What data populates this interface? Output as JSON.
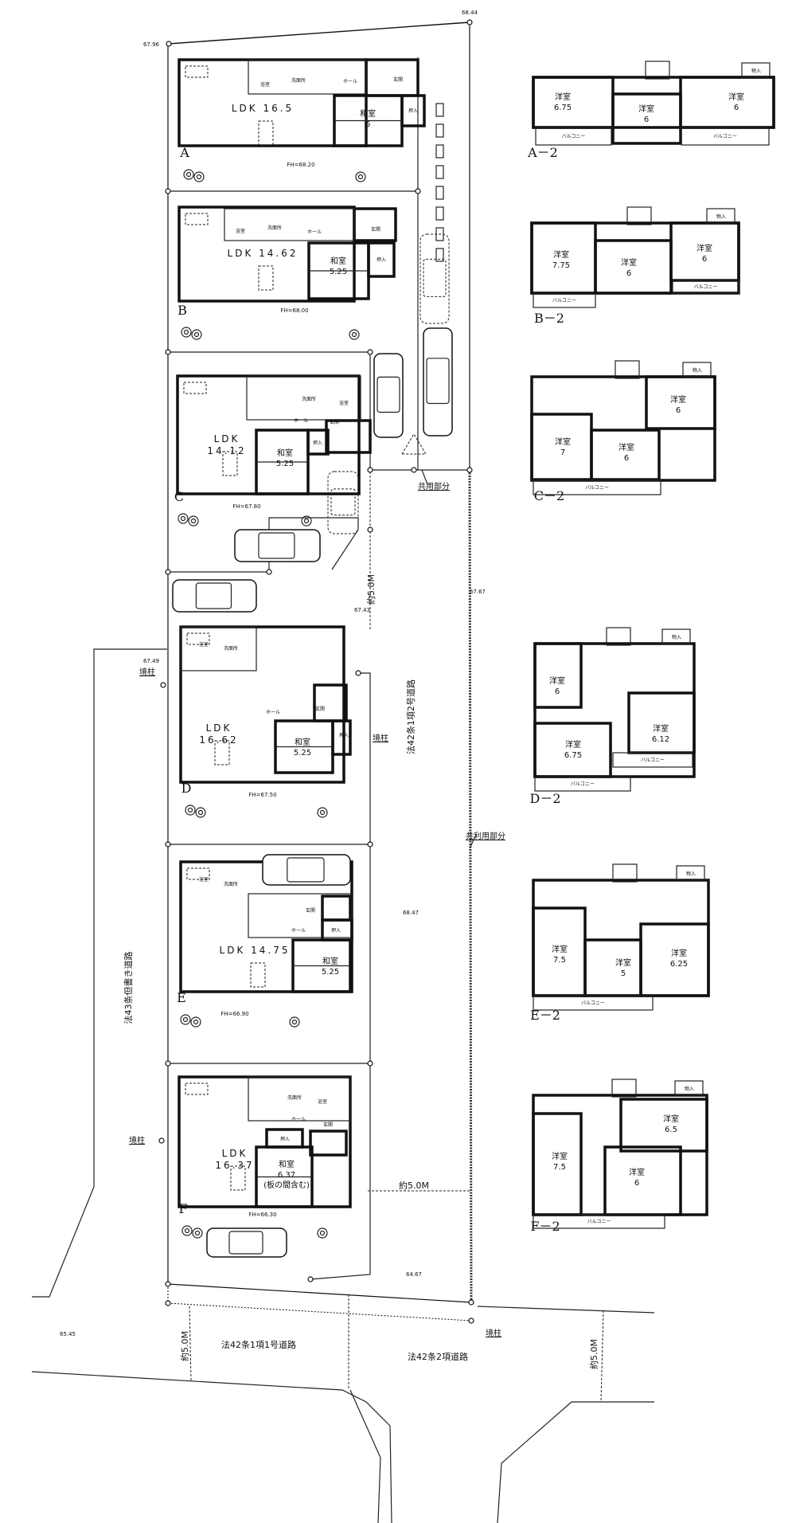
{
  "site": {
    "levels": {
      "top_left": "67.96",
      "top_right": "68.44",
      "mid_left": "67.49",
      "mid_center": "67.43",
      "mid_right": "67.67",
      "lower_center": "68.47",
      "bottom_center": "64.67",
      "bottom_left": "65.45"
    },
    "roads": {
      "right_road": "法42条1項2号道路",
      "left_road": "法43条但書き道路",
      "bottom_road_1": "法42条1項1号道路",
      "bottom_road_2": "法42条2項道路"
    },
    "widths": {
      "w1": "約5.0M",
      "w2": "約5.0M",
      "w3": "約5.0M",
      "w4": "約5.0M"
    },
    "annotations": {
      "shared_part": "共用部分",
      "shared_use_part": "共利用部分",
      "boundary_post_1": "境柱",
      "boundary_post_2": "境柱",
      "boundary_post_3": "境柱",
      "boundary_post_4": "境柱"
    }
  },
  "houses": [
    {
      "id": "A",
      "fh": "FH=68.20",
      "ldk": "LDK 16.5",
      "ldk_size": "",
      "washitsu": "和室",
      "washitsu_size": "6",
      "washitsu_note": "",
      "bath": "浴室",
      "wash": "洗面所",
      "hall": "ホール",
      "entrance": "玄関",
      "closet": "押入",
      "floor2": {
        "label": "A－2",
        "rooms": [
          {
            "name": "洋室",
            "size": "6.75"
          },
          {
            "name": "洋室",
            "size": "6"
          },
          {
            "name": "洋室",
            "size": "6"
          }
        ],
        "closet": "物入",
        "balcony": "バルコニー"
      }
    },
    {
      "id": "B",
      "fh": "FH=68.00",
      "ldk": "LDK 14.62",
      "ldk_size": "",
      "washitsu": "和室",
      "washitsu_size": "5.25",
      "washitsu_note": "",
      "bath": "浴室",
      "wash": "洗面所",
      "hall": "ホール",
      "entrance": "玄関",
      "closet": "押入",
      "floor2": {
        "label": "B－2",
        "rooms": [
          {
            "name": "洋室",
            "size": "7.75"
          },
          {
            "name": "洋室",
            "size": "6"
          },
          {
            "name": "洋室",
            "size": "6"
          }
        ],
        "closet": "物入",
        "balcony": "バルコニー"
      }
    },
    {
      "id": "C",
      "fh": "FH=67.80",
      "ldk": "LDK",
      "ldk_size": "14.12",
      "washitsu": "和室",
      "washitsu_size": "5.25",
      "washitsu_note": "",
      "bath": "浴室",
      "wash": "洗面所",
      "hall": "ホール",
      "entrance": "玄関",
      "closet": "押入",
      "floor2": {
        "label": "C－2",
        "rooms": [
          {
            "name": "洋室",
            "size": "7"
          },
          {
            "name": "洋室",
            "size": "6"
          },
          {
            "name": "洋室",
            "size": "6"
          }
        ],
        "closet": "物入",
        "balcony": "バルコニー"
      }
    },
    {
      "id": "D",
      "fh": "FH=67.50",
      "ldk": "LDK",
      "ldk_size": "16.62",
      "washitsu": "和室",
      "washitsu_size": "5.25",
      "washitsu_note": "",
      "bath": "浴室",
      "wash": "洗面所",
      "hall": "ホール",
      "entrance": "玄関",
      "closet": "押入",
      "floor2": {
        "label": "D－2",
        "rooms": [
          {
            "name": "洋室",
            "size": "6"
          },
          {
            "name": "洋室",
            "size": "6.75"
          },
          {
            "name": "洋室",
            "size": "6.12"
          }
        ],
        "closet": "物入",
        "balcony": "バルコニー"
      }
    },
    {
      "id": "E",
      "fh": "FH=66.90",
      "ldk": "LDK 14.75",
      "ldk_size": "",
      "washitsu": "和室",
      "washitsu_size": "5.25",
      "washitsu_note": "",
      "bath": "浴室",
      "wash": "洗面所",
      "hall": "ホール",
      "entrance": "玄関",
      "closet": "押入",
      "floor2": {
        "label": "E－2",
        "rooms": [
          {
            "name": "洋室",
            "size": "7.5"
          },
          {
            "name": "洋室",
            "size": "5"
          },
          {
            "name": "洋室",
            "size": "6.25"
          }
        ],
        "closet": "物入",
        "balcony": "バルコニー"
      }
    },
    {
      "id": "F",
      "fh": "FH=66.30",
      "ldk": "LDK",
      "ldk_size": "16.37",
      "washitsu": "和室",
      "washitsu_size": "6.37",
      "washitsu_note": "(板の間含む)",
      "bath": "浴室",
      "wash": "洗面所",
      "hall": "ホール",
      "entrance": "玄関",
      "closet": "押入",
      "floor2": {
        "label": "F－2",
        "rooms": [
          {
            "name": "洋室",
            "size": "7.5"
          },
          {
            "name": "洋室",
            "size": "6"
          },
          {
            "name": "洋室",
            "size": "6.5"
          }
        ],
        "closet": "物入",
        "balcony": "バルコニー"
      }
    }
  ]
}
